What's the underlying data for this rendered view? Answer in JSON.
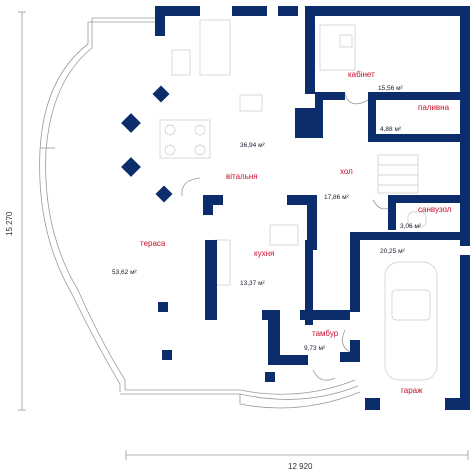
{
  "rooms": {
    "kabinet": {
      "name": "кабінет",
      "area": "15,56 м²"
    },
    "palyvna": {
      "name": "паливна",
      "area": "4,88 м²"
    },
    "vitalnia": {
      "name": "вітальня",
      "area": "36,94 м²"
    },
    "khol": {
      "name": "хол",
      "area": "17,86 м²"
    },
    "sanvuzol": {
      "name": "санвузол",
      "area": "3,06 м²"
    },
    "terasa": {
      "name": "тераса",
      "area": "53,62 м²"
    },
    "kukhnia": {
      "name": "кухня",
      "area": "13,37 м²"
    },
    "tambur": {
      "name": "тамбур",
      "area": "9,73 м²"
    },
    "garazh": {
      "name": "гараж",
      "area": "20,25 м²"
    }
  },
  "dimensions": {
    "width": "12 920",
    "height": "15 270"
  },
  "colors": {
    "walls": "#0b2d6b",
    "room_labels": "#c8102e"
  }
}
